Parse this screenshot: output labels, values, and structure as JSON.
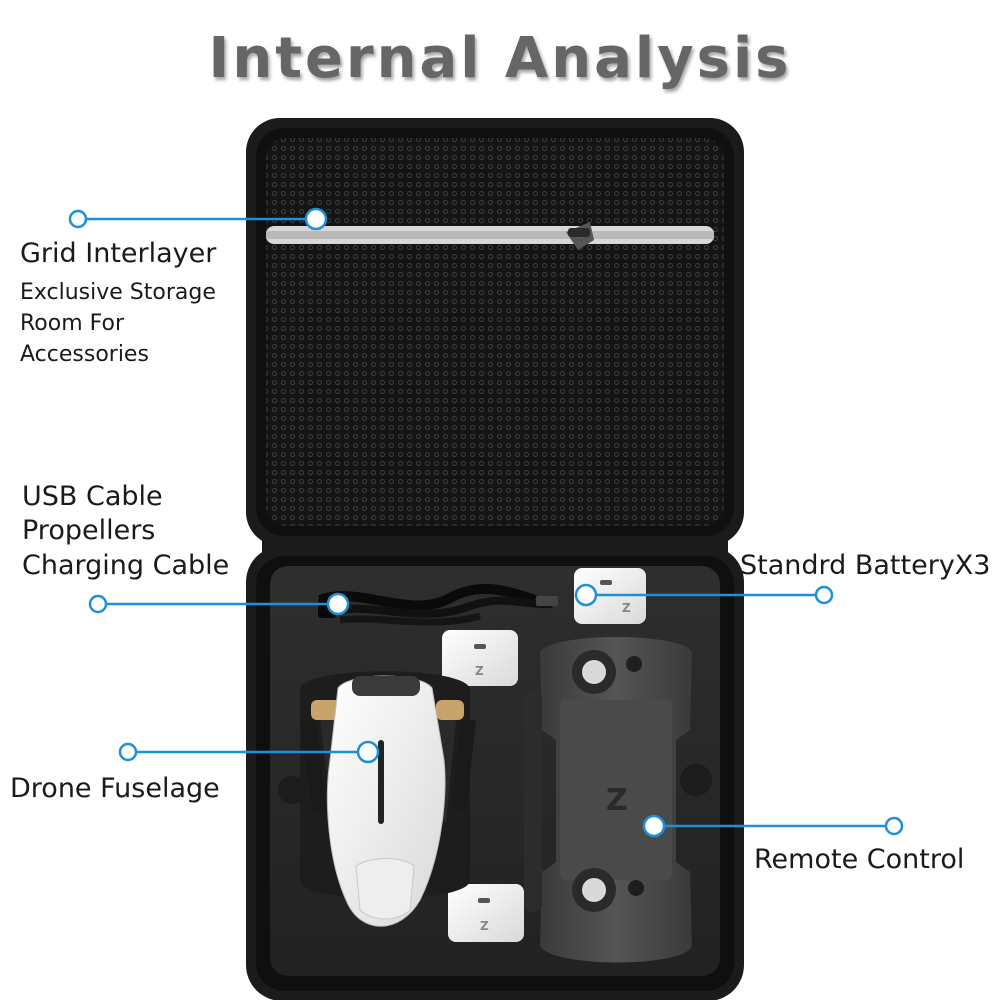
{
  "title": "Internal Analysis",
  "labels": {
    "grid_interlayer": "Grid Interlayer",
    "grid_desc_1": "Exclusive Storage",
    "grid_desc_2": "Room For",
    "grid_desc_3": "Accessories",
    "usb_cable": "USB Cable",
    "propellers": "Propellers",
    "charging_cable": "Charging Cable",
    "battery": "Standrd BatteryX3",
    "drone": "Drone Fuselage",
    "remote": "Remote Control"
  },
  "colors": {
    "callout": "#1e8fd8",
    "case": "#1b1b1b",
    "foam": "#2a2a2a",
    "title": "#666666"
  },
  "icons": {
    "remote_logo": "Z"
  }
}
